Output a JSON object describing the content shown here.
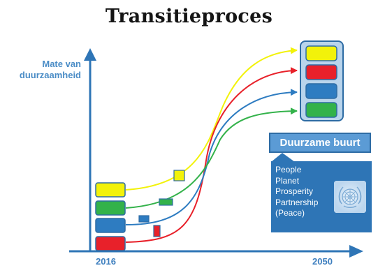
{
  "title": "Transitieproces",
  "y_axis_label_lines": [
    "Mate van",
    "duurzaamheid"
  ],
  "x_axis_ticks": {
    "start": "2016",
    "end": "2050"
  },
  "target_box": {
    "title": "Duurzame buurt"
  },
  "principles": [
    "People",
    "Planet",
    "Prosperity",
    "Partnership",
    "(Peace)"
  ],
  "logo": {
    "name": "un-emblem-icon"
  },
  "colors": {
    "axis": "#2e75b6",
    "yellow": "#f2f20a",
    "green": "#33b24a",
    "blue": "#2e7cc1",
    "red": "#e8212a",
    "target_panel": "#b9d4ec",
    "box_title_bg": "#5b9bd5",
    "info_bg": "#2e75b6"
  }
}
